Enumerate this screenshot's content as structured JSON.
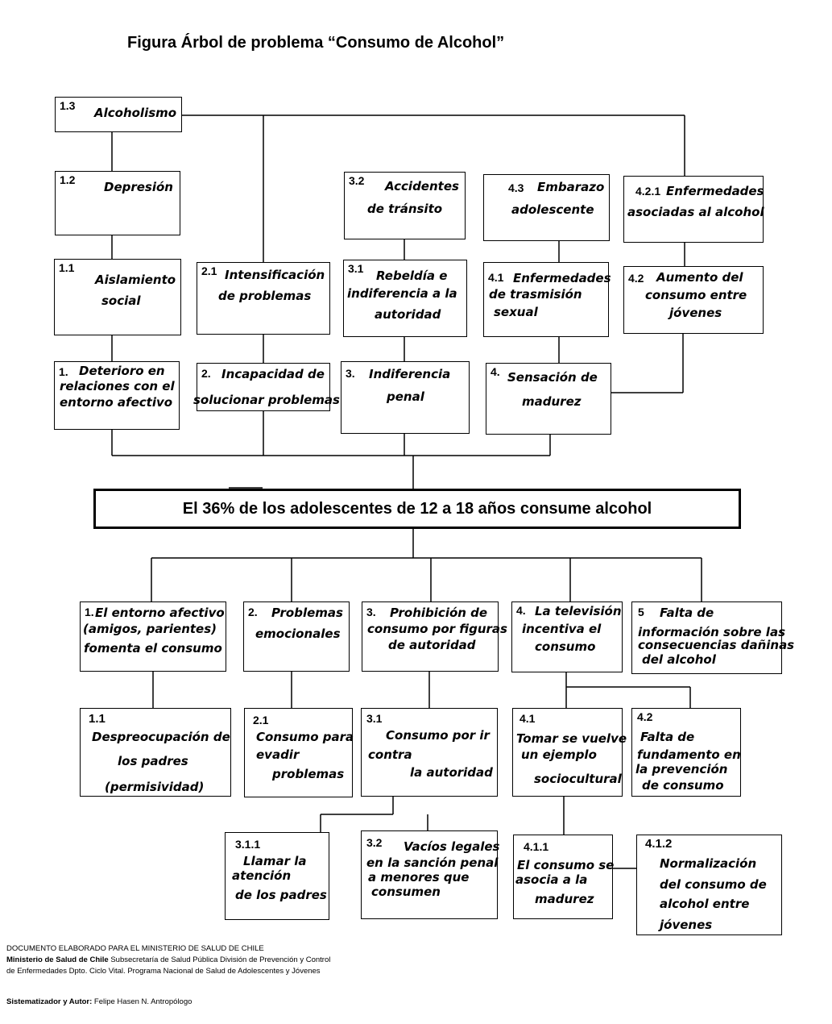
{
  "title": "Figura   Árbol de problema “Consumo de Alcohol”",
  "central_problem": "El 36% de los adolescentes de 12 a 18 años consume alcohol",
  "effects": [
    {
      "id": "e1_3",
      "num": "1.3",
      "lines": [
        "Alcoholismo"
      ]
    },
    {
      "id": "e1_2",
      "num": "1.2",
      "lines": [
        "Depresión"
      ]
    },
    {
      "id": "e1_1",
      "num": "1.1",
      "lines": [
        "Aislamiento",
        "social"
      ]
    },
    {
      "id": "e1",
      "num": "1.",
      "lines": [
        "Deterioro en",
        "relaciones con el",
        "entorno afectivo"
      ]
    },
    {
      "id": "e2_1",
      "num": "2.1",
      "lines": [
        "Intensificación",
        "de problemas"
      ]
    },
    {
      "id": "e2",
      "num": "2.",
      "lines": [
        "Incapacidad de",
        "solucionar problemas"
      ]
    },
    {
      "id": "e3_2",
      "num": "3.2",
      "lines": [
        "Accidentes",
        "de tránsito"
      ]
    },
    {
      "id": "e3_1",
      "num": "3.1",
      "lines": [
        "Rebeldía e",
        "indiferencia a la",
        "autoridad"
      ]
    },
    {
      "id": "e3",
      "num": "3.",
      "lines": [
        "Indiferencia",
        "penal"
      ]
    },
    {
      "id": "e4_3",
      "num": "4.3",
      "lines": [
        "Embarazo",
        "adolescente"
      ]
    },
    {
      "id": "e4_1",
      "num": "4.1",
      "lines": [
        "Enfermedades",
        "de trasmisión",
        "sexual"
      ]
    },
    {
      "id": "e4",
      "num": "4.",
      "lines": [
        "Sensación de",
        "madurez"
      ]
    },
    {
      "id": "e4_2_1",
      "num": "4.2.1",
      "lines": [
        "Enfermedades",
        "asociadas al alcohol"
      ]
    },
    {
      "id": "e4_2",
      "num": "4.2",
      "lines": [
        "Aumento del",
        "consumo entre",
        "jóvenes"
      ]
    }
  ],
  "causes": [
    {
      "id": "c1",
      "num": "1.",
      "lines": [
        "El entorno afectivo",
        "(amigos, parientes)",
        "fomenta el consumo"
      ]
    },
    {
      "id": "c2",
      "num": "2.",
      "lines": [
        "Problemas",
        "emocionales"
      ]
    },
    {
      "id": "c3",
      "num": "3.",
      "lines": [
        "Prohibición de",
        "consumo por figuras",
        "de autoridad"
      ]
    },
    {
      "id": "c4",
      "num": "4.",
      "lines": [
        "La televisión",
        "incentiva el",
        "consumo"
      ]
    },
    {
      "id": "c5",
      "num": "5",
      "lines": [
        "Falta de",
        "información sobre las",
        "consecuencias dañinas",
        "del alcohol"
      ]
    },
    {
      "id": "c1_1",
      "num": "1.1",
      "lines": [
        "Despreocupación de",
        "los padres",
        "(permisividad)"
      ]
    },
    {
      "id": "c2_1",
      "num": "2.1",
      "lines": [
        "Consumo para",
        "evadir",
        "problemas"
      ]
    },
    {
      "id": "c3_1",
      "num": "3.1",
      "lines": [
        "Consumo por ir",
        "contra",
        "la autoridad"
      ]
    },
    {
      "id": "c4_1",
      "num": "4.1",
      "lines": [
        "Tomar se vuelve",
        "un  ejemplo",
        "sociocultural"
      ]
    },
    {
      "id": "c4_2",
      "num": "4.2",
      "lines": [
        "Falta de",
        "fundamento en",
        "la prevención",
        "de consumo"
      ]
    },
    {
      "id": "c3_1_1",
      "num": "3.1.1",
      "lines": [
        "Llamar la",
        "atención",
        "de los padres"
      ]
    },
    {
      "id": "c3_2",
      "num": "3.2",
      "lines": [
        "Vacíos legales",
        "en  la sanción penal",
        "a menores que",
        "consumen"
      ]
    },
    {
      "id": "c4_1_1",
      "num": "4.1.1",
      "lines": [
        "El consumo se",
        "asocia a la",
        "madurez"
      ]
    },
    {
      "id": "c4_1_2",
      "num": "4.1.2",
      "lines": [
        "Normalización",
        "del consumo de",
        "alcohol entre",
        "jóvenes"
      ]
    }
  ],
  "footer": {
    "line1": "DOCUMENTO ELABORADO PARA EL MINISTERIO DE SALUD DE CHILE",
    "line2_bold": "Ministerio de Salud de Chile",
    "line2_rest": " Subsecretaría de Salud Pública División de Prevención y Control",
    "line3": "de Enfermedades Dpto. Ciclo Vital. Programa Nacional de Salud de Adolescentes y Jóvenes",
    "author_label": "Sistematizador y Autor:",
    "author_name": " Felipe Hasen N. Antropólogo"
  }
}
